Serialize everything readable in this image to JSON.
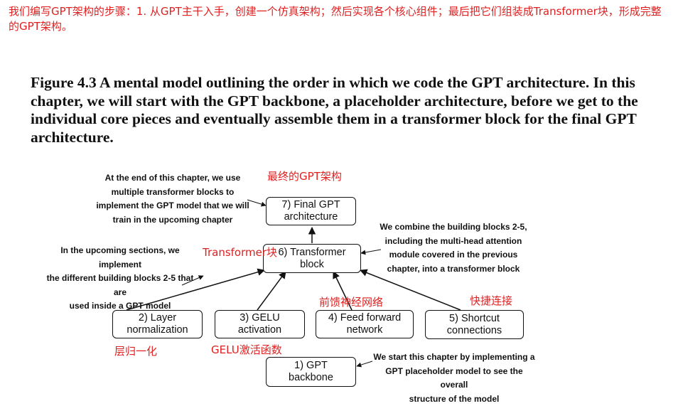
{
  "note": "我们编写GPT架构的步骤：1. 从GPT主干入手，创建一个仿真架构；然后实现各个核心组件；最后把它们组装成Transformer块，形成完整的GPT架构。",
  "caption": "Figure 4.3 A mental model outlining the order in which we code the GPT architecture. In this chapter, we will start with the GPT backbone, a placeholder architecture, before we get to the individual core pieces and eventually assemble them in a transformer block for the final GPT architecture.",
  "diagram": {
    "boxes": {
      "final_gpt": "7) Final GPT\narchitecture",
      "transformer_block": "6) Transformer\nblock",
      "layer_norm": "2) Layer\nnormalization",
      "gelu": "3) GELU\nactivation",
      "feed_forward": "4) Feed forward\nnetwork",
      "shortcut": "5) Shortcut\nconnections",
      "gpt_backbone": "1) GPT\nbackbone"
    },
    "annotations": {
      "end_of_chapter": "At the end of this chapter, we use\nmultiple transformer blocks to\nimplement the GPT model that we will\ntrain in the upcoming chapter",
      "combine_blocks": "We combine the building blocks 2-5,\nincluding the multi-head attention\nmodule covered in the previous\nchapter, into a transformer block",
      "upcoming_sections": "In the upcoming sections, we implement\nthe different building blocks 2-5 that are\nused inside a GPT model",
      "start_chapter": "We start this chapter by implementing a\nGPT placeholder model to see the overall\nstructure of the model"
    },
    "cn_labels": {
      "final_gpt": "最终的GPT架构",
      "transformer": "Transformer块",
      "feed_forward": "前馈神经网络",
      "shortcut": "快捷连接",
      "layer_norm": "层归一化",
      "gelu": "GELU激活函数"
    }
  }
}
